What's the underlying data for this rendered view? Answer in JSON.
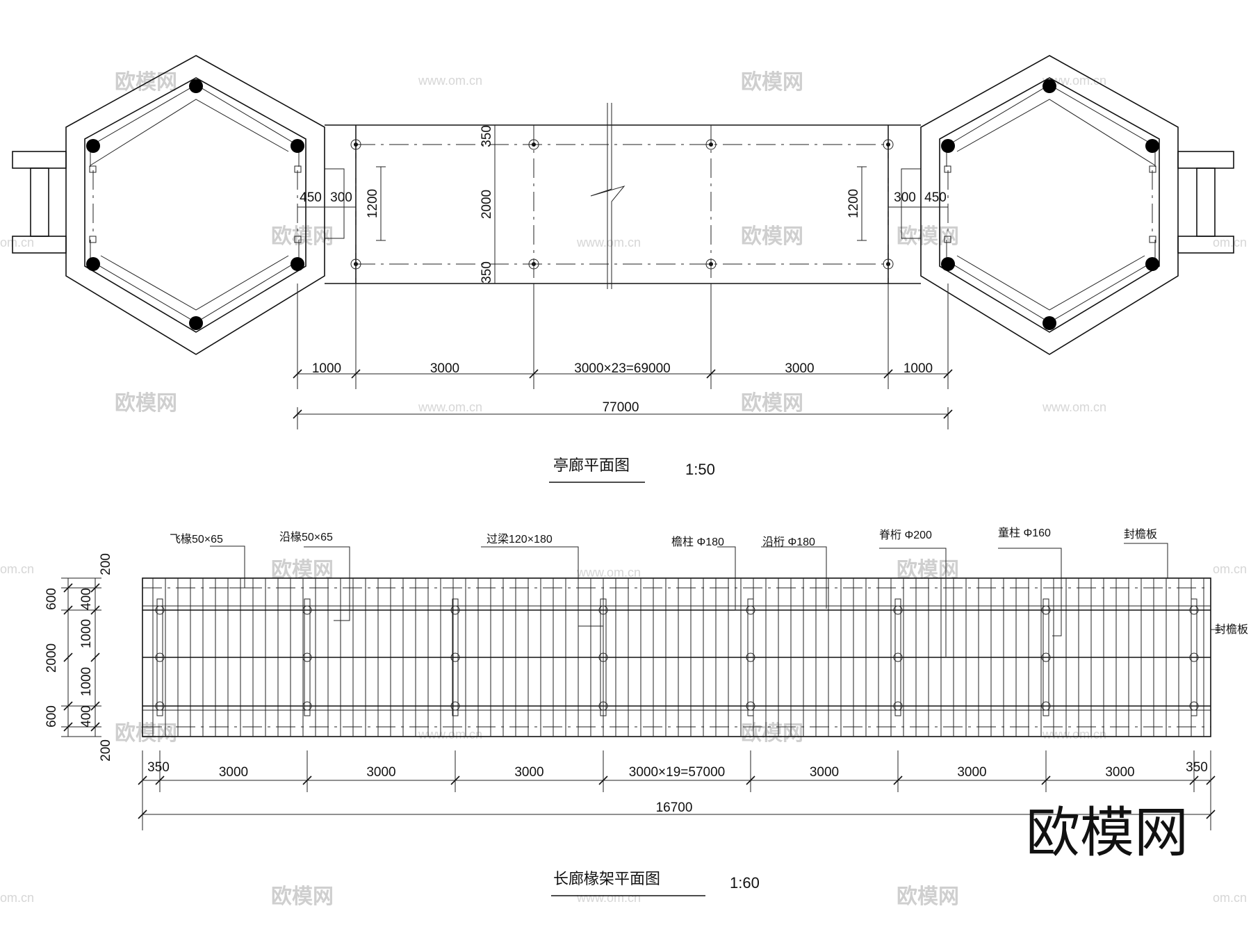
{
  "plan_top": {
    "title": "亭廊平面图",
    "scale": "1:50",
    "dims_bottom": [
      "1000",
      "3000",
      "3000×23=69000",
      "3000",
      "1000"
    ],
    "dim_total": "77000",
    "dim_left_h": [
      "450",
      "300"
    ],
    "dim_right_h": [
      "300",
      "450"
    ],
    "dim_v_left": "1200",
    "dim_v_right": "1200",
    "dim_v_center": [
      "350",
      "2000",
      "350"
    ]
  },
  "plan_bottom": {
    "title": "长廊椽架平面图",
    "scale": "1:60",
    "labels": {
      "flying_rafter": "飞椽50×65",
      "eave_rafter": "沿椽50×65",
      "cross_beam": "过梁120×180",
      "eave_column": "檐柱 Φ180",
      "eave_purlin": "沿桁 Φ180",
      "ridge_purlin": "脊桁 Φ200",
      "short_column": "童柱 Φ160",
      "fascia_top": "封檐板",
      "fascia_side": "封檐板"
    },
    "dims_left_outer": [
      "200",
      "600",
      "2000",
      "600",
      "200"
    ],
    "dims_left_inner": [
      "400",
      "1000",
      "1000",
      "400"
    ],
    "dims_bottom": [
      "350",
      "3000",
      "3000",
      "3000",
      "3000×19=57000",
      "3000",
      "3000",
      "3000",
      "350"
    ],
    "dim_total": "16700"
  },
  "watermark": {
    "brand": "欧模网",
    "site": "www.om.cn",
    "site_short": "om.cn"
  }
}
